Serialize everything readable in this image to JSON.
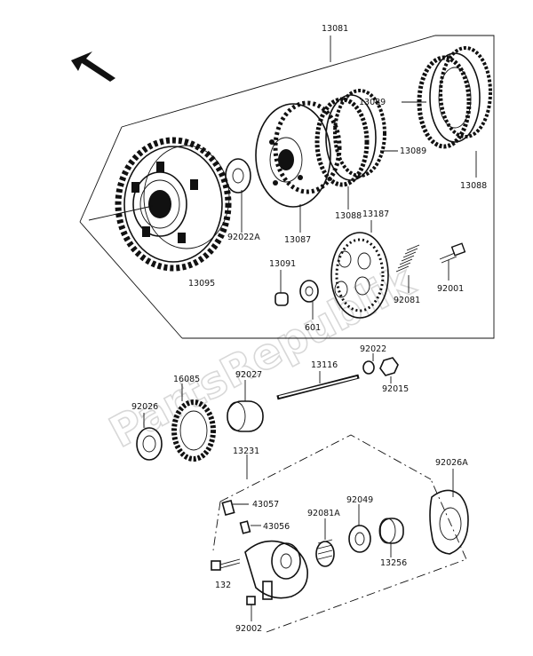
{
  "diagram": {
    "watermark": "PartsRepublik",
    "labels": {
      "p13081": "13081",
      "p13089a": "13089",
      "p13089b": "13089",
      "p13088a": "13088",
      "p13088b": "13088",
      "p13187": "13187",
      "p13087": "13087",
      "p92022A": "92022A",
      "p13095": "13095",
      "p13091": "13091",
      "p601": "601",
      "p92081": "92081",
      "p92001": "92001",
      "p92022": "92022",
      "p13116": "13116",
      "p92015": "92015",
      "p16085": "16085",
      "p92027": "92027",
      "p92026": "92026",
      "p13231": "13231",
      "p92026A": "92026A",
      "p43057": "43057",
      "p43056": "43056",
      "p92081A": "92081A",
      "p92049": "92049",
      "p13256": "13256",
      "p132": "132",
      "p92002": "92002"
    }
  }
}
